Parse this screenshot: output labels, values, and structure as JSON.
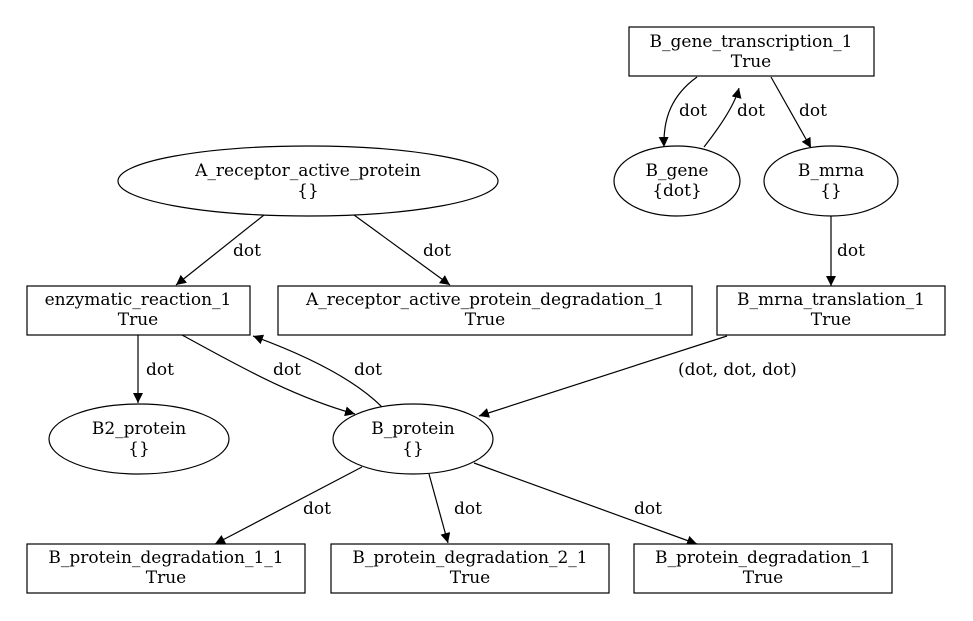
{
  "nodes": {
    "b_gene_transcription_1": {
      "name": "B_gene_transcription_1",
      "value": "True"
    },
    "b_gene": {
      "name": "B_gene",
      "value": "{dot}"
    },
    "b_mrna": {
      "name": "B_mrna",
      "value": "{}"
    },
    "a_receptor_active_protein": {
      "name": "A_receptor_active_protein",
      "value": "{}"
    },
    "enzymatic_reaction_1": {
      "name": "enzymatic_reaction_1",
      "value": "True"
    },
    "a_receptor_active_protein_degradation_1": {
      "name": "A_receptor_active_protein_degradation_1",
      "value": "True"
    },
    "b_mrna_translation_1": {
      "name": "B_mrna_translation_1",
      "value": "True"
    },
    "b2_protein": {
      "name": "B2_protein",
      "value": "{}"
    },
    "b_protein": {
      "name": "B_protein",
      "value": "{}"
    },
    "b_protein_degradation_1_1": {
      "name": "B_protein_degradation_1_1",
      "value": "True"
    },
    "b_protein_degradation_2_1": {
      "name": "B_protein_degradation_2_1",
      "value": "True"
    },
    "b_protein_degradation_1": {
      "name": "B_protein_degradation_1",
      "value": "True"
    }
  },
  "edges": [
    {
      "from": "B_gene_transcription_1",
      "to": "B_gene",
      "label": "dot"
    },
    {
      "from": "B_gene",
      "to": "B_gene_transcription_1",
      "label": "dot"
    },
    {
      "from": "B_gene_transcription_1",
      "to": "B_mrna",
      "label": "dot"
    },
    {
      "from": "B_mrna",
      "to": "B_mrna_translation_1",
      "label": "dot"
    },
    {
      "from": "A_receptor_active_protein",
      "to": "enzymatic_reaction_1",
      "label": "dot"
    },
    {
      "from": "A_receptor_active_protein",
      "to": "A_receptor_active_protein_degradation_1",
      "label": "dot"
    },
    {
      "from": "enzymatic_reaction_1",
      "to": "B2_protein",
      "label": "dot"
    },
    {
      "from": "enzymatic_reaction_1",
      "to": "B_protein",
      "label": "dot"
    },
    {
      "from": "B_protein",
      "to": "enzymatic_reaction_1",
      "label": "dot"
    },
    {
      "from": "B_mrna_translation_1",
      "to": "B_protein",
      "label": "(dot, dot, dot)"
    },
    {
      "from": "B_protein",
      "to": "B_protein_degradation_1_1",
      "label": "dot"
    },
    {
      "from": "B_protein",
      "to": "B_protein_degradation_2_1",
      "label": "dot"
    },
    {
      "from": "B_protein",
      "to": "B_protein_degradation_1",
      "label": "dot"
    }
  ]
}
